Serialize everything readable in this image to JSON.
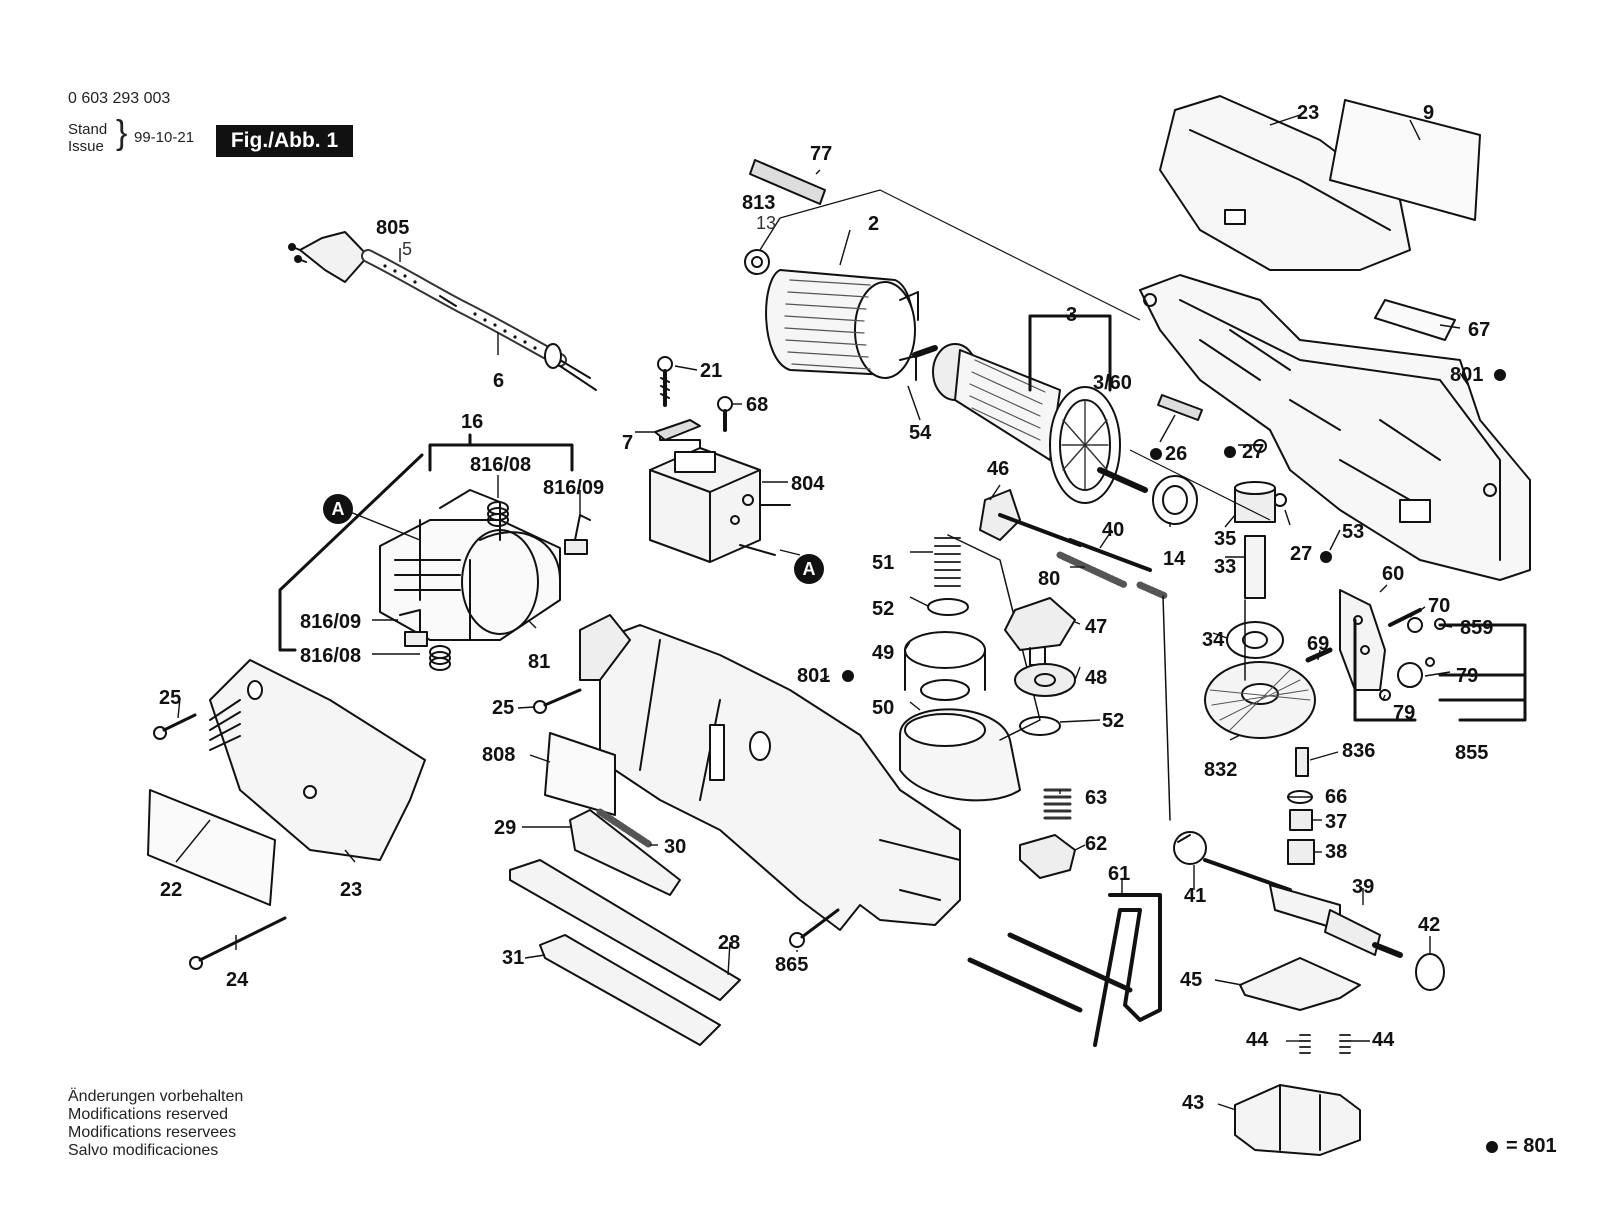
{
  "header": {
    "part_number": "0 603 293 003",
    "stand_label": "Stand",
    "issue_label": "Issue",
    "date": "99-10-21",
    "figure_label": "Fig./Abb. 1"
  },
  "markers": [
    "A",
    "A"
  ],
  "part_labels": [
    "805",
    "5",
    "6",
    "16",
    "816/08",
    "816/09",
    "816/09",
    "816/08",
    "81",
    "A",
    "A",
    "77",
    "813",
    "13",
    "2",
    "21",
    "68",
    "7",
    "804",
    "54",
    "3",
    "3/60",
    "26",
    "27",
    "46",
    "40",
    "80",
    "51",
    "52",
    "49",
    "50",
    "52",
    "47",
    "48",
    "14",
    "35",
    "33",
    "27",
    "53",
    "34",
    "60",
    "70",
    "859",
    "69",
    "79",
    "79",
    "832",
    "836",
    "855",
    "801",
    "801",
    "23",
    "9",
    "67",
    "25",
    "25",
    "808",
    "29",
    "30",
    "31",
    "28",
    "865",
    "22",
    "23",
    "24",
    "63",
    "62",
    "61",
    "66",
    "37",
    "38",
    "41",
    "39",
    "42",
    "45",
    "44",
    "44",
    "43"
  ],
  "footer": {
    "notes": [
      "Änderungen vorbehalten",
      "Modifications reserved",
      "Modifications reservees",
      "Salvo modificaciones"
    ],
    "legend": "= 801"
  },
  "colors": {
    "ink": "#111111",
    "hatch": "#555555",
    "paper": "#ffffff"
  }
}
